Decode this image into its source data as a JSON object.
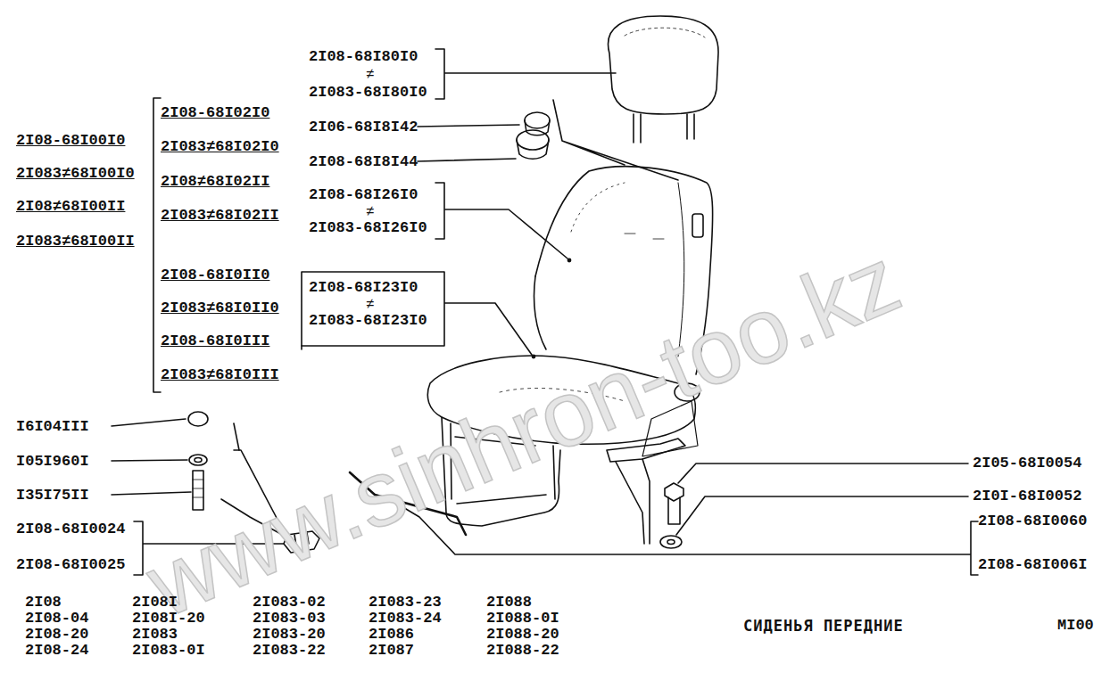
{
  "diagram": {
    "title": "СИДЕНЬЯ ПЕРЕДНИЕ",
    "labels": [
      "2I08-68I80I0",
      "≠",
      "2I083-68I80I0",
      "2I06-68I8I42",
      "2I08-68I8I44",
      "2I08-68I26I0",
      "≠",
      "2I083-68I26I0",
      "2I08-68I23I0",
      "≠",
      "2I083-68I23I0",
      "2I08-68I02I0",
      "2I083≠68I02I0",
      "2I08≠68I02II",
      "2I083≠68I02II",
      "2I08-68I0II0",
      "2I083≠68I0II0",
      "2I08-68I0III",
      "2I083≠68I0III",
      "2I08-68I00I0",
      "2I083≠68I00I0",
      "2I08≠68I00II",
      "2I083≠68I00II",
      "I6I04III",
      "I05I960I",
      "I35I75II",
      "2I08-68I0024",
      "2I08-68I0025",
      "2I05-68I0054",
      "2I0I-68I0052",
      "2I08-68I0060",
      "2I08-68I006I",
      "2I08",
      "2I08-04",
      "2I08-20",
      "2I08-24",
      "2I08I",
      "2I08I-20",
      "2I083",
      "2I083-0I",
      "2I083-02",
      "2I083-03",
      "2I083-20",
      "2I083-22",
      "2I083-23",
      "2I083-24",
      "2I086",
      "2I087",
      "2I088",
      "2I088-0I",
      "2I088-20",
      "2I088-22",
      "MI00",
      "www.sinhron-too.kz"
    ]
  }
}
